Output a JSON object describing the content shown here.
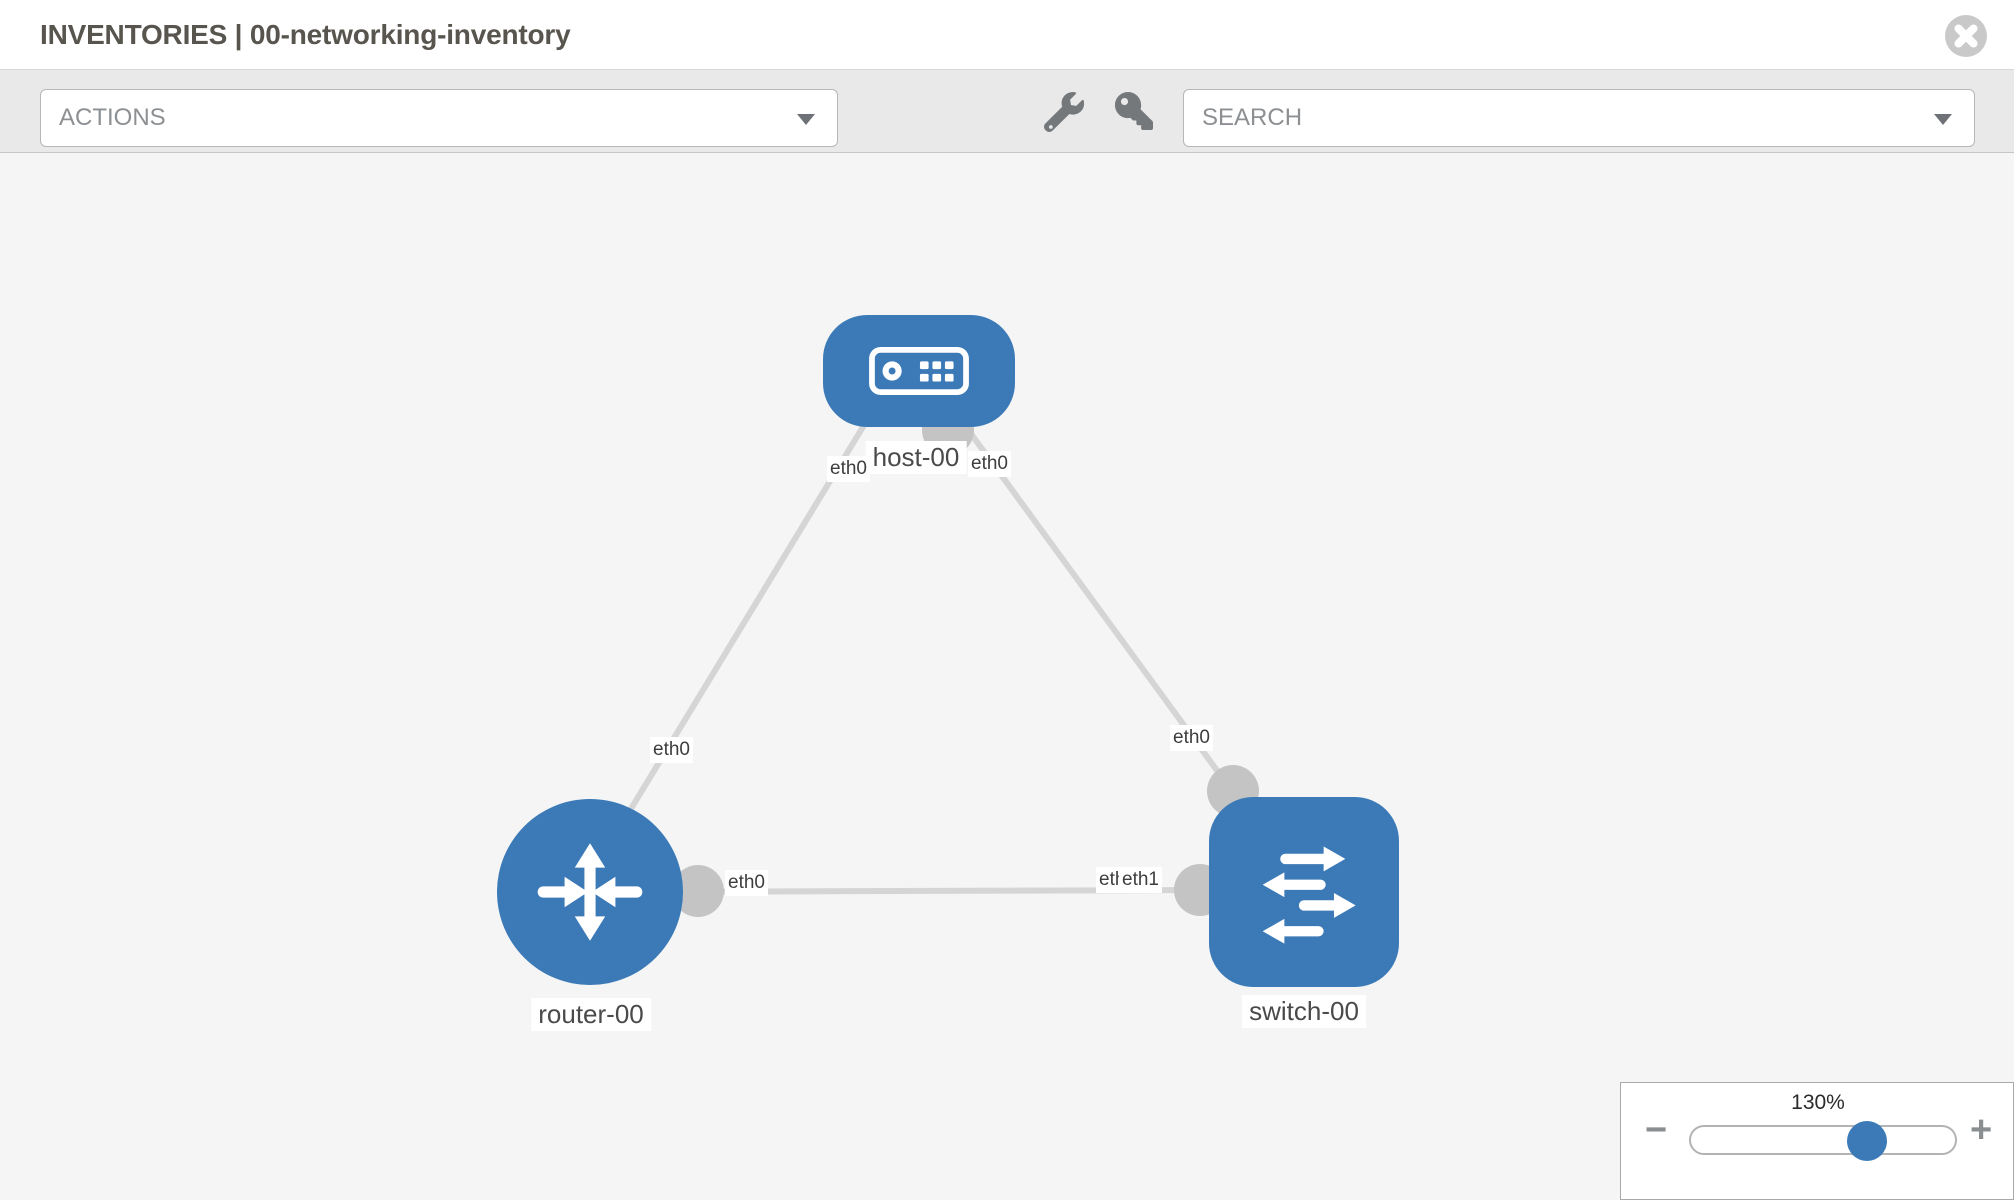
{
  "header": {
    "title": "INVENTORIES | 00-networking-inventory"
  },
  "toolbar": {
    "actions_label": "ACTIONS",
    "search_label": "SEARCH"
  },
  "topology": {
    "nodes": [
      {
        "id": "host-00",
        "label": "host-00",
        "type": "host"
      },
      {
        "id": "router-00",
        "label": "router-00",
        "type": "router"
      },
      {
        "id": "switch-00",
        "label": "switch-00",
        "type": "switch"
      }
    ],
    "links": [
      {
        "from": "host-00",
        "from_interface": "eth0",
        "to": "router-00",
        "to_interface": "eth0"
      },
      {
        "from": "host-00",
        "from_interface": "eth0",
        "to": "switch-00",
        "to_interface": "eth0"
      },
      {
        "from": "router-00",
        "from_interface": "eth0",
        "to": "switch-00",
        "to_interface": "eth1",
        "overlapping_hidden_label": "eth0"
      }
    ]
  },
  "zoom_control": {
    "level": "130%",
    "value_percent": 130,
    "minus_label": "−",
    "plus_label": "+"
  },
  "colors": {
    "node_blue": "#3b7ab7",
    "link_gray": "#d5d5d5",
    "interface_dot_gray": "#c4c4c4",
    "canvas_bg": "#f5f5f5",
    "toolbar_bg": "#e9e9e9"
  }
}
